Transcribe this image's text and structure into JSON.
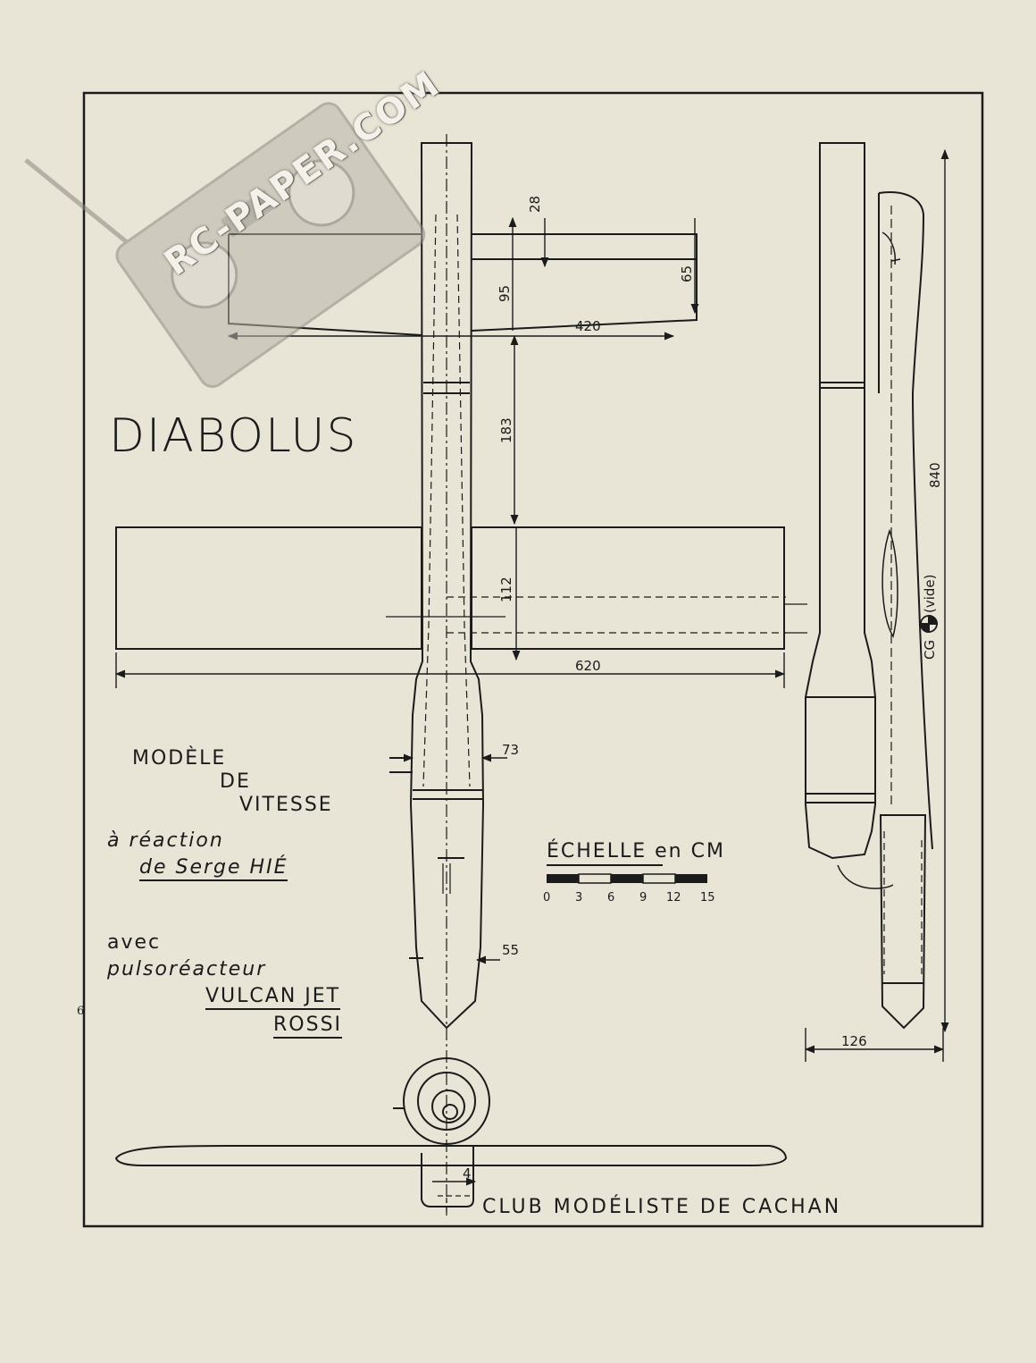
{
  "title": "DIABOLUS",
  "description": {
    "line1": "MODÈLE",
    "line2": "DE",
    "line3": "VITESSE",
    "line4": "à réaction",
    "line5": "de Serge HIÉ",
    "line6": "avec",
    "line7": "pulsoréacteur",
    "line8": "VULCAN JET",
    "line9": "ROSSI"
  },
  "scale": {
    "title": "ÉCHELLE en CM",
    "ticks": [
      "0",
      "3",
      "6",
      "9",
      "12",
      "15"
    ]
  },
  "dimensions": {
    "tail_chord_tip": "28",
    "tail_chord_root": "65",
    "tail_depth": "95",
    "tail_span": "420",
    "tail_to_wing": "183",
    "wing_chord": "112",
    "wing_span": "620",
    "fuselage_diameter": "73",
    "nozzle_diameter": "55",
    "length": "840",
    "side_height": "126",
    "front_offset": "4",
    "cg_label": "CG",
    "cg_note": "(vide)"
  },
  "club": "CLUB MODÉLISTE DE CACHAN",
  "watermark": "RC-PAPER.COM",
  "page_number": "6"
}
